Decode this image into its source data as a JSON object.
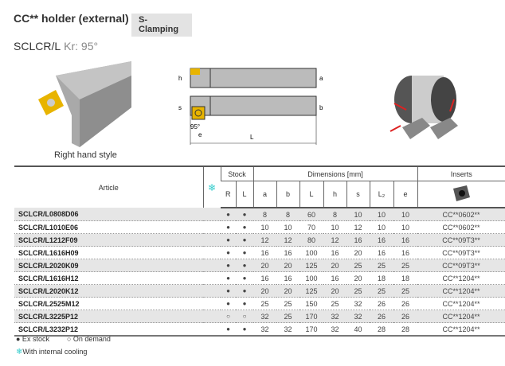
{
  "header": {
    "title": "CC** holder (external)",
    "badge": "S-Clamping",
    "code": "SCLCR/L",
    "kr": "Kr: 95°"
  },
  "figures": {
    "caption": "Right hand style",
    "dim_labels": {
      "h": "h",
      "a": "a",
      "s": "s",
      "b": "b",
      "angle": "95°",
      "e": "e",
      "L": "L"
    }
  },
  "table": {
    "headers": {
      "article": "Article",
      "cooling": "❄",
      "stock": "Stock",
      "dimensions": "Dimensions [mm]",
      "inserts": "Inserts",
      "sub": [
        "R",
        "L",
        "a",
        "b",
        "L",
        "h",
        "s",
        "L₂",
        "e"
      ]
    },
    "rows": [
      {
        "article": "SCLCR/L0808D06",
        "R": "●",
        "L": "●",
        "a": "8",
        "b": "8",
        "Ld": "60",
        "h": "8",
        "s": "10",
        "L2": "10",
        "e": "10",
        "insert": "CC**0602**"
      },
      {
        "article": "SCLCR/L1010E06",
        "R": "●",
        "L": "●",
        "a": "10",
        "b": "10",
        "Ld": "70",
        "h": "10",
        "s": "12",
        "L2": "10",
        "e": "10",
        "insert": "CC**0602**"
      },
      {
        "article": "SCLCR/L1212F09",
        "R": "●",
        "L": "●",
        "a": "12",
        "b": "12",
        "Ld": "80",
        "h": "12",
        "s": "16",
        "L2": "16",
        "e": "16",
        "insert": "CC**09T3**"
      },
      {
        "article": "SCLCR/L1616H09",
        "R": "●",
        "L": "●",
        "a": "16",
        "b": "16",
        "Ld": "100",
        "h": "16",
        "s": "20",
        "L2": "16",
        "e": "16",
        "insert": "CC**09T3**"
      },
      {
        "article": "SCLCR/L2020K09",
        "R": "●",
        "L": "●",
        "a": "20",
        "b": "20",
        "Ld": "125",
        "h": "20",
        "s": "25",
        "L2": "25",
        "e": "25",
        "insert": "CC**09T3**"
      },
      {
        "article": "SCLCR/L1616H12",
        "R": "●",
        "L": "●",
        "a": "16",
        "b": "16",
        "Ld": "100",
        "h": "16",
        "s": "20",
        "L2": "18",
        "e": "18",
        "insert": "CC**1204**"
      },
      {
        "article": "SCLCR/L2020K12",
        "R": "●",
        "L": "●",
        "a": "20",
        "b": "20",
        "Ld": "125",
        "h": "20",
        "s": "25",
        "L2": "25",
        "e": "25",
        "insert": "CC**1204**"
      },
      {
        "article": "SCLCR/L2525M12",
        "R": "●",
        "L": "●",
        "a": "25",
        "b": "25",
        "Ld": "150",
        "h": "25",
        "s": "32",
        "L2": "26",
        "e": "26",
        "insert": "CC**1204**"
      },
      {
        "article": "SCLCR/L3225P12",
        "R": "○",
        "L": "○",
        "a": "32",
        "b": "25",
        "Ld": "170",
        "h": "32",
        "s": "32",
        "L2": "26",
        "e": "26",
        "insert": "CC**1204**"
      },
      {
        "article": "SCLCR/L3232P12",
        "R": "●",
        "L": "●",
        "a": "32",
        "b": "32",
        "Ld": "170",
        "h": "32",
        "s": "40",
        "L2": "28",
        "e": "28",
        "insert": "CC**1204**"
      }
    ]
  },
  "legend": {
    "ex_stock": "● Ex stock",
    "on_demand": "○ On demand",
    "cooling_icon": "❄",
    "cooling": "With internal cooling"
  },
  "colors": {
    "accent": "#33cccc",
    "row_alt": "#e6e6e6",
    "insert_gold": "#e8b400"
  }
}
